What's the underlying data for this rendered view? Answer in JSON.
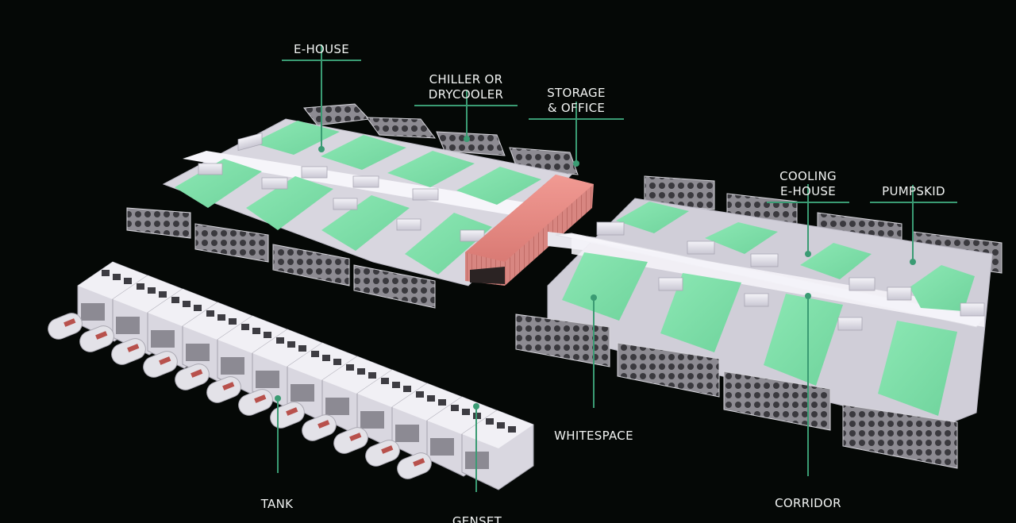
{
  "title": "",
  "colors": {
    "background": "#050806",
    "accent_line": "#3a9b73",
    "whitespace_roof": "#7fe0a9",
    "storage_office": "#e88a85",
    "modules": "#e9e7ef",
    "label_text": "#f2f4f3"
  },
  "labels": {
    "e_house": "E-HOUSE",
    "chiller": "CHILLER OR\nDRYCOOLER",
    "storage_office": "STORAGE\n& OFFICE",
    "cooling_e_house": "COOLING\nE-HOUSE",
    "pumpskid": "PUMPSKID",
    "whitespace": "WHITESPACE",
    "corridor": "CORRIDOR",
    "tank": "TANK",
    "genset": "GENSET"
  }
}
